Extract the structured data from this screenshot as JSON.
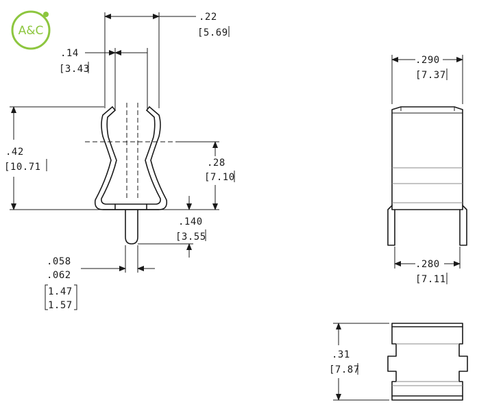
{
  "logo": {
    "text": "A&C",
    "color": "#8dc63f"
  },
  "dimensions": {
    "top_width_in": ".22",
    "top_width_mm": "[5.69",
    "slot_in": ".14",
    "slot_mm": "[3.43",
    "height_in": ".42",
    "height_mm": "[10.71",
    "center_in": ".28",
    "center_mm": "[7.10",
    "pin_len_in": ".140",
    "pin_len_mm": "[3.55",
    "pin_dia_in_min": ".058",
    "pin_dia_in_max": ".062",
    "pin_dia_mm_min": "1.47",
    "pin_dia_mm_max": "1.57",
    "side_top_in": ".290",
    "side_top_mm": "[7.37",
    "side_bottom_in": ".280",
    "side_bottom_mm": "[7.11",
    "bottom_height_in": ".31",
    "bottom_height_mm": "[7.87"
  },
  "colors": {
    "line": "#1a1a1a",
    "accent": "#8dc63f"
  }
}
